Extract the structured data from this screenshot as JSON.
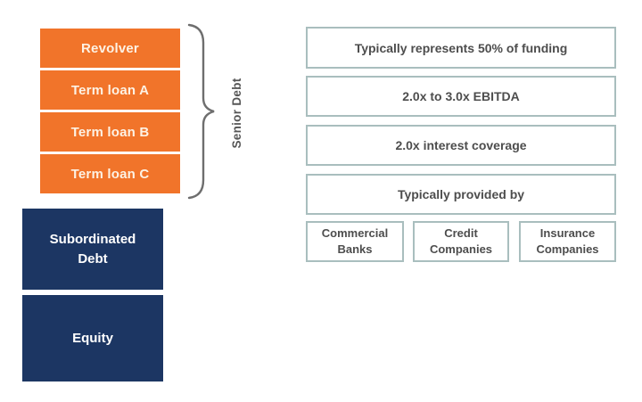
{
  "palette": {
    "orange": "#f1742a",
    "navy": "#1c3663",
    "box_border": "#a9bebe",
    "text_dark": "#4d4d4d",
    "brace": "#6e6e6e",
    "label_light": "#fdf2e4"
  },
  "capital_structure": {
    "senior_tranches": [
      {
        "label": "Revolver"
      },
      {
        "label": "Term loan A"
      },
      {
        "label": "Term loan B"
      },
      {
        "label": "Term loan C"
      }
    ],
    "brace_label": "Senior Debt",
    "junior_tranches": [
      {
        "label": "Subordinated Debt"
      },
      {
        "label": "Equity"
      }
    ]
  },
  "senior_debt_facts": {
    "info_boxes": [
      {
        "label": "Typically represents 50% of funding"
      },
      {
        "label": "2.0x to 3.0x EBITDA"
      },
      {
        "label": "2.0x interest coverage"
      },
      {
        "label": "Typically provided by"
      }
    ],
    "providers": [
      {
        "label": "Commercial Banks"
      },
      {
        "label": "Credit Companies"
      },
      {
        "label": "Insurance Companies"
      }
    ]
  }
}
